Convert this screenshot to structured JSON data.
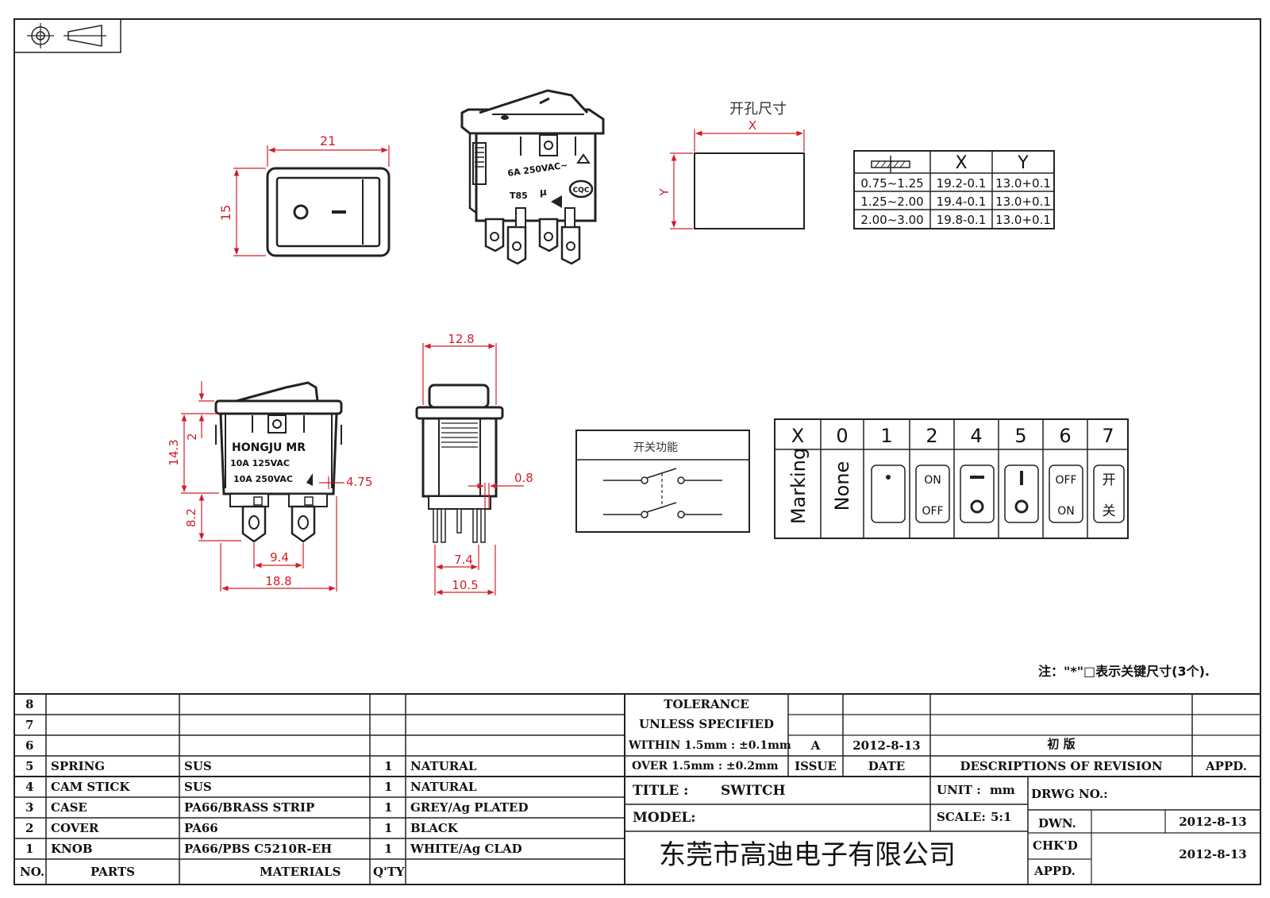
{
  "top_view": {
    "width": "21",
    "height": "15"
  },
  "product_view": {
    "rating_1": "6A 250VAC~",
    "rating_2": "T85",
    "mark_mu": "μ",
    "cert": "CQC"
  },
  "cutout": {
    "title": "开孔尺寸",
    "x_label": "X",
    "y_label": "Y"
  },
  "cutout_table": {
    "headers": [
      "",
      "X",
      "Y"
    ],
    "rows": [
      [
        "0.75~1.25",
        "19.2-0.1",
        "13.0+0.1"
      ],
      [
        "1.25~2.00",
        "19.4-0.1",
        "13.0+0.1"
      ],
      [
        "2.00~3.00",
        "19.8-0.1",
        "13.0+0.1"
      ]
    ]
  },
  "front_view": {
    "brand": "HONGJU  MR",
    "line1": "10A  125VAC",
    "line2": "10A  250VAC",
    "dims": {
      "height": "14.3",
      "offset": "2",
      "terminal": "8.2",
      "side": "4.75",
      "pitch": "9.4",
      "width": "18.8"
    }
  },
  "side_view": {
    "dims": {
      "top": "12.8",
      "thick": "0.8",
      "pitch": "7.4",
      "width": "10.5"
    }
  },
  "circuit": {
    "title": "开关功能"
  },
  "marking_table": {
    "headers": [
      "X",
      "0",
      "1",
      "2",
      "4",
      "5",
      "6",
      "7"
    ],
    "row_label": "Marking",
    "none_label": "None",
    "cell_2_top": "ON",
    "cell_2_bottom": "OFF",
    "cell_6_top": "OFF",
    "cell_6_bottom": "ON",
    "cell_7_top": "开",
    "cell_7_bottom": "关"
  },
  "note": "注：\"*\"□表示关键尺寸(3个).",
  "title_block": {
    "parts": [
      {
        "no": "8",
        "part": "",
        "material": "",
        "qty": "",
        "finish": ""
      },
      {
        "no": "7",
        "part": "",
        "material": "",
        "qty": "",
        "finish": ""
      },
      {
        "no": "6",
        "part": "",
        "material": "",
        "qty": "",
        "finish": ""
      },
      {
        "no": "5",
        "part": "SPRING",
        "material": "SUS",
        "qty": "1",
        "finish": "NATURAL"
      },
      {
        "no": "4",
        "part": "CAM STICK",
        "material": "SUS",
        "qty": "1",
        "finish": "NATURAL"
      },
      {
        "no": "3",
        "part": "CASE",
        "material": "PA66/BRASS STRIP",
        "qty": "1",
        "finish": "GREY/Ag PLATED"
      },
      {
        "no": "2",
        "part": "COVER",
        "material": "PA66",
        "qty": "1",
        "finish": "BLACK"
      },
      {
        "no": "1",
        "part": "KNOB",
        "material": "PA66/PBS C5210R-EH",
        "qty": "1",
        "finish": "WHITE/Ag CLAD"
      }
    ],
    "hdr_no": "NO.",
    "hdr_parts": "PARTS",
    "hdr_materials": "MATERIALS",
    "hdr_qty": "Q'TY",
    "tolerance": "TOLERANCE",
    "unless": "UNLESS   SPECIFIED",
    "within": "WITHIN 1.5mm : ±0.1mm",
    "over": "OVER 1.5mm : ±0.2mm",
    "issue": "A",
    "date": "2012-8-13",
    "revision": "初  版",
    "hdr_issue": "ISSUE",
    "hdr_date": "DATE",
    "hdr_desc": "DESCRIPTIONS OF REVISION",
    "hdr_appd": "APPD.",
    "title_label": "TITLE :",
    "title_value": "SWITCH",
    "unit_label": "UNIT :",
    "unit_value": "mm",
    "drwg_label": "DRWG NO.:",
    "model_label": "MODEL:",
    "scale_label": "SCALE:",
    "scale_value": "5:1",
    "dwn_label": "DWN.",
    "dwn_date": "2012-8-13",
    "chkd_label": "CHK'D",
    "chkd_date": "2012-8-13",
    "appd_label": "APPD.",
    "company": "东莞市高迪电子有限公司"
  }
}
